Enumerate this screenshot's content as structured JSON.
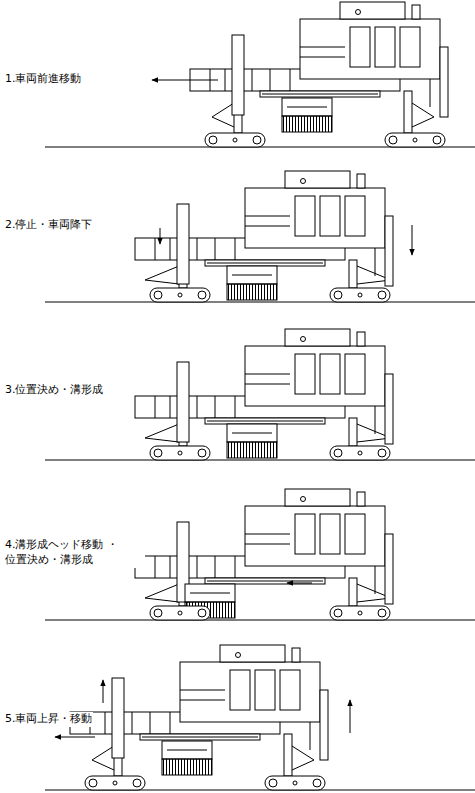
{
  "diagram": {
    "labels": [
      "1.車両前進移動",
      "2.停止・車両降下",
      "3.位置決め・溝形成",
      "4.溝形成ヘッド移動 ・位置決め・溝形成",
      "5.車両上昇・移動"
    ]
  }
}
